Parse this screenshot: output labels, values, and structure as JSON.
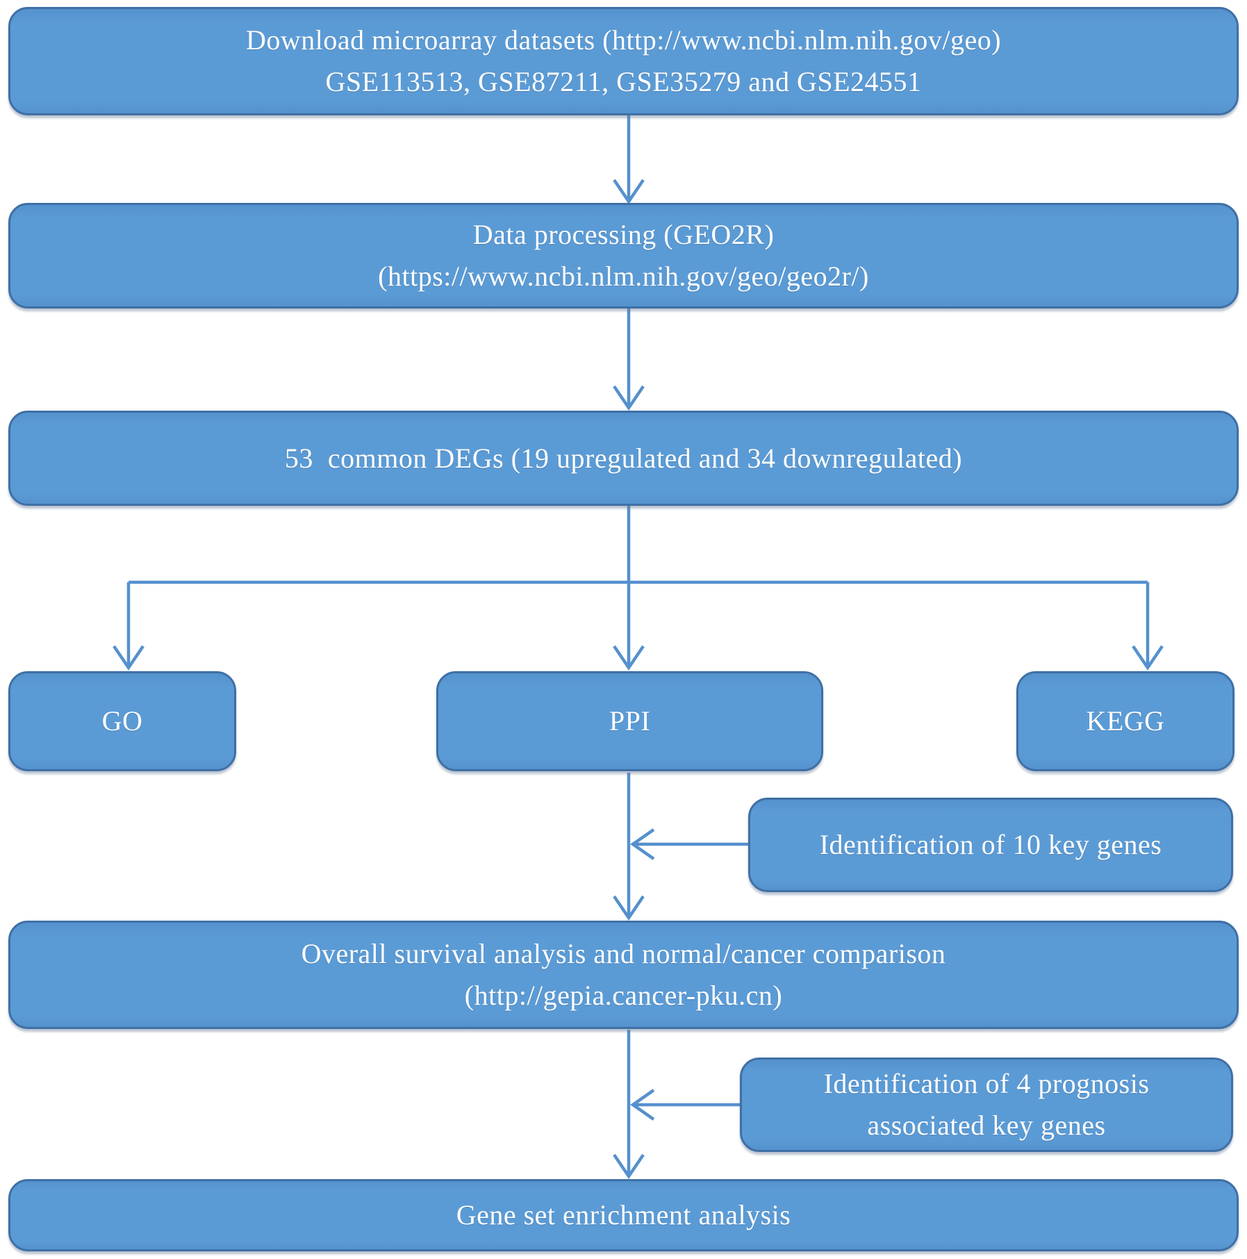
{
  "figure": {
    "type": "flowchart",
    "description": "Study workflow flowchart with blue rounded nodes connected by arrows"
  },
  "colors": {
    "box_fill": "#5b9bd5",
    "box_border": "#3f6fa5",
    "arrow_color": "#5590ce",
    "text_color": "#ffffff",
    "page_bg": "#ffffff"
  },
  "nodes": {
    "download": {
      "lines": [
        "Download microarray datasets (http://www.ncbi.nlm.nih.gov/geo)",
        "GSE113513, GSE87211, GSE35279 and GSE24551"
      ]
    },
    "processing": {
      "lines": [
        "Data processing (GEO2R)",
        "(https://www.ncbi.nlm.nih.gov/geo/geo2r/)"
      ]
    },
    "degs": {
      "lines": [
        "53  common DEGs (19 upregulated and 34 downregulated)"
      ]
    },
    "go": {
      "lines": [
        "GO"
      ]
    },
    "ppi": {
      "lines": [
        "PPI"
      ]
    },
    "kegg": {
      "lines": [
        "KEGG"
      ]
    },
    "key10": {
      "lines": [
        "Identification of 10 key genes"
      ]
    },
    "survival": {
      "lines": [
        "Overall survival analysis and normal/cancer comparison",
        "(http://gepia.cancer-pku.cn)"
      ]
    },
    "key4": {
      "lines": [
        "Identification of 4 prognosis",
        "associated key genes"
      ]
    },
    "gsea": {
      "lines": [
        "Gene set enrichment analysis"
      ]
    }
  }
}
